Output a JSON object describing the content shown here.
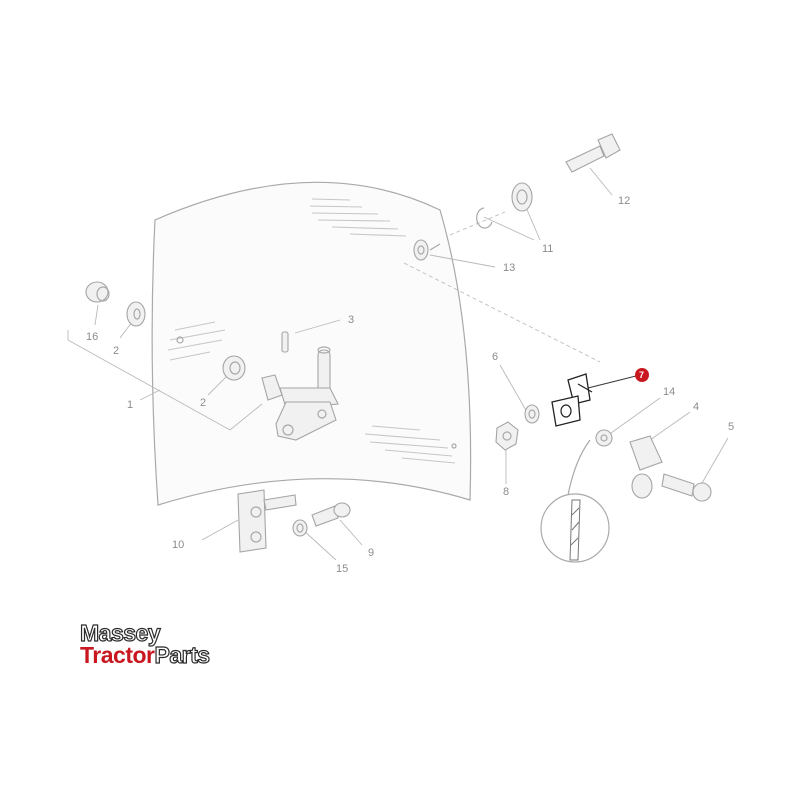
{
  "diagram": {
    "part_labels": [
      {
        "id": "p1",
        "text": "1"
      },
      {
        "id": "p2a",
        "text": "2"
      },
      {
        "id": "p2b",
        "text": "2"
      },
      {
        "id": "p3",
        "text": "3"
      },
      {
        "id": "p4",
        "text": "4"
      },
      {
        "id": "p5",
        "text": "5"
      },
      {
        "id": "p6",
        "text": "6"
      },
      {
        "id": "p7",
        "text": "7"
      },
      {
        "id": "p8",
        "text": "8"
      },
      {
        "id": "p9",
        "text": "9"
      },
      {
        "id": "p10",
        "text": "10"
      },
      {
        "id": "p11",
        "text": "11"
      },
      {
        "id": "p12",
        "text": "12"
      },
      {
        "id": "p13",
        "text": "13"
      },
      {
        "id": "p14",
        "text": "14"
      },
      {
        "id": "p15",
        "text": "15"
      },
      {
        "id": "p16",
        "text": "16"
      }
    ],
    "highlighted_part": "7",
    "highlight_color": "#c8171f",
    "line_color": "#a9a9a9"
  },
  "logo": {
    "line1": "Massey",
    "line2_red": "Tractor",
    "line2_outline": "Parts",
    "red_color": "#c8171f"
  }
}
